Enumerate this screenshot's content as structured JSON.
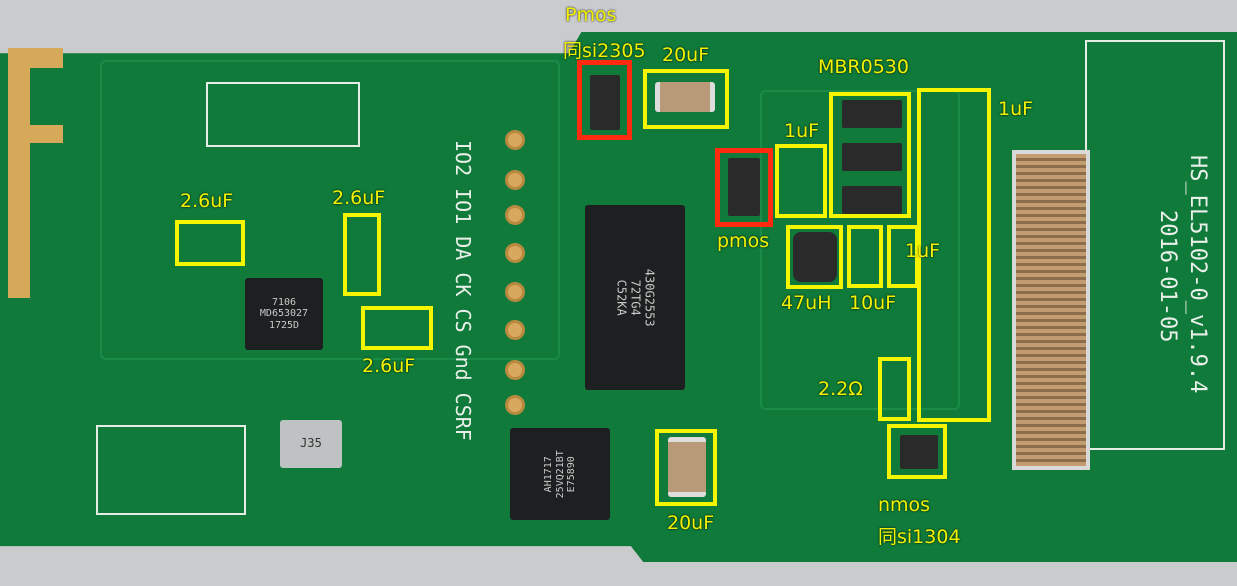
{
  "board": {
    "version_text": "HS_EL5102-0_v1.9.4",
    "date_text": "2016-01-05",
    "mcu_lines": [
      "430G2553",
      "72TG4",
      "C52KA"
    ],
    "flash_lines": [
      "AH1717",
      "25VQ21BT",
      "E75890"
    ],
    "rf_lines": [
      "7106",
      "MD653027",
      "1725D"
    ],
    "crystal_text": "J35",
    "pin_labels": [
      "IO2",
      "IO1",
      "DA",
      "CK",
      "CS",
      "Gnd",
      "CSRF"
    ]
  },
  "annotations": {
    "pmos_top": "Pmos",
    "pmos_top_equiv": "同si2305",
    "cap_20uF_top": "20uF",
    "diode": "MBR0530",
    "cap_1uF_mid": "1uF",
    "cap_1uF_right": "1uF",
    "cap_26uF_left": "2.6uF",
    "cap_26uF_mid": "2.6uF",
    "cap_26uF_low": "2.6uF",
    "pmos_mid": "pmos",
    "inductor": "47uH",
    "cap_10uF": "10uF",
    "cap_1uF_small": "1uF",
    "resistor": "2.2Ω",
    "nmos": "nmos",
    "nmos_equiv": "同si1304",
    "cap_20uF_bottom": "20uF"
  },
  "colors": {
    "highlight_yellow": "#f5f500",
    "highlight_red": "#ff2a10",
    "pcb_green": "#0f7a3a"
  }
}
